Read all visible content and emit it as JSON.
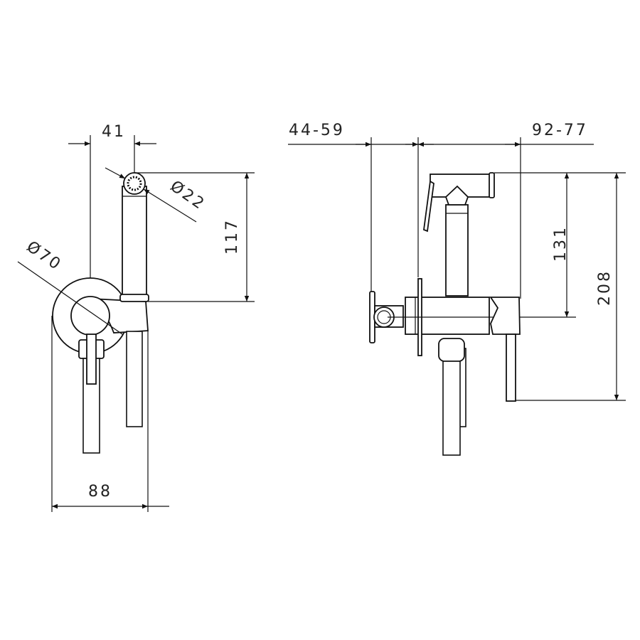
{
  "title": "Hygienic shower set dimensional drawing",
  "front_view": {
    "dims": {
      "spray_offset": "41",
      "spray_diameter": "Ø22",
      "height": "117",
      "flange_diameter": "Ø70",
      "width": "88"
    }
  },
  "side_view": {
    "dims": {
      "wall_depth": "44-59",
      "projection": "92-77",
      "spray_height": "131",
      "total_height": "208"
    }
  },
  "line_color": "#111111"
}
